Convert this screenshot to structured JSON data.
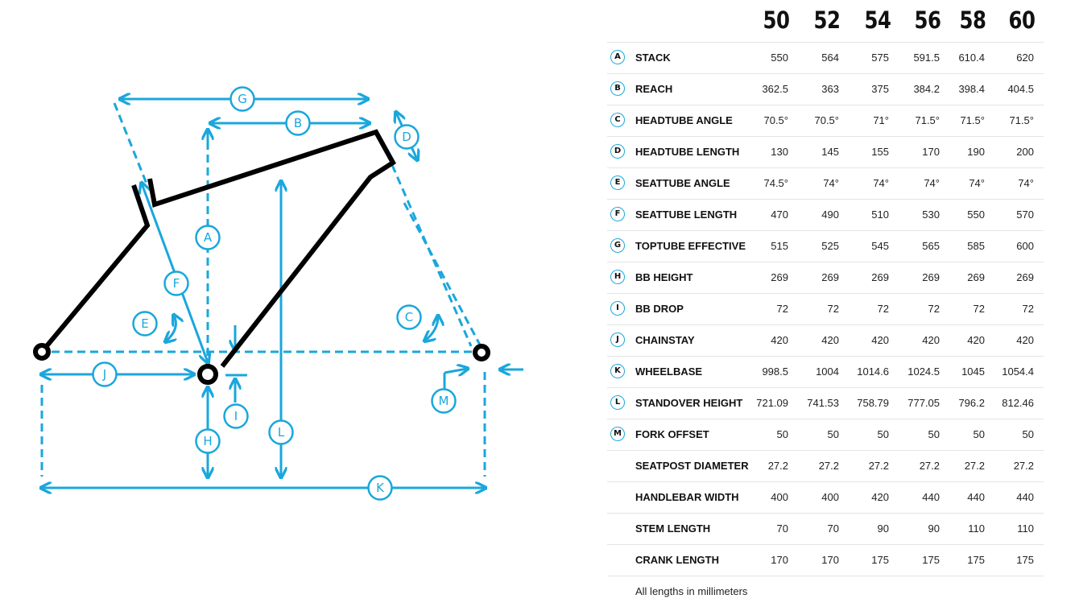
{
  "diagram": {
    "labels": {
      "a": "A",
      "b": "B",
      "c": "C",
      "d": "D",
      "e": "E",
      "f": "F",
      "g": "G",
      "h": "H",
      "i": "I",
      "j": "J",
      "k": "K",
      "l": "L",
      "m": "M"
    },
    "colors": {
      "accent": "#1aa7dc",
      "frame": "#000000"
    }
  },
  "table": {
    "sizes": [
      "50",
      "52",
      "54",
      "56",
      "58",
      "60"
    ],
    "rows": [
      {
        "letter": "A",
        "label": "STACK",
        "values": [
          "550",
          "564",
          "575",
          "591.5",
          "610.4",
          "620"
        ]
      },
      {
        "letter": "B",
        "label": "REACH",
        "values": [
          "362.5",
          "363",
          "375",
          "384.2",
          "398.4",
          "404.5"
        ]
      },
      {
        "letter": "C",
        "label": "HEADTUBE ANGLE",
        "values": [
          "70.5°",
          "70.5°",
          "71°",
          "71.5°",
          "71.5°",
          "71.5°"
        ]
      },
      {
        "letter": "D",
        "label": "HEADTUBE LENGTH",
        "values": [
          "130",
          "145",
          "155",
          "170",
          "190",
          "200"
        ]
      },
      {
        "letter": "E",
        "label": "SEATTUBE ANGLE",
        "values": [
          "74.5°",
          "74°",
          "74°",
          "74°",
          "74°",
          "74°"
        ]
      },
      {
        "letter": "F",
        "label": "SEATTUBE LENGTH",
        "values": [
          "470",
          "490",
          "510",
          "530",
          "550",
          "570"
        ]
      },
      {
        "letter": "G",
        "label": "TOPTUBE EFFECTIVE",
        "values": [
          "515",
          "525",
          "545",
          "565",
          "585",
          "600"
        ]
      },
      {
        "letter": "H",
        "label": "BB HEIGHT",
        "values": [
          "269",
          "269",
          "269",
          "269",
          "269",
          "269"
        ]
      },
      {
        "letter": "I",
        "label": "BB DROP",
        "values": [
          "72",
          "72",
          "72",
          "72",
          "72",
          "72"
        ]
      },
      {
        "letter": "J",
        "label": "CHAINSTAY",
        "values": [
          "420",
          "420",
          "420",
          "420",
          "420",
          "420"
        ]
      },
      {
        "letter": "K",
        "label": "WHEELBASE",
        "values": [
          "998.5",
          "1004",
          "1014.6",
          "1024.5",
          "1045",
          "1054.4"
        ]
      },
      {
        "letter": "L",
        "label": "STANDOVER HEIGHT",
        "values": [
          "721.09",
          "741.53",
          "758.79",
          "777.05",
          "796.2",
          "812.46"
        ]
      },
      {
        "letter": "M",
        "label": "FORK OFFSET",
        "values": [
          "50",
          "50",
          "50",
          "50",
          "50",
          "50"
        ]
      },
      {
        "letter": "",
        "label": "SEATPOST DIAMETER",
        "values": [
          "27.2",
          "27.2",
          "27.2",
          "27.2",
          "27.2",
          "27.2"
        ]
      },
      {
        "letter": "",
        "label": "HANDLEBAR WIDTH",
        "values": [
          "400",
          "400",
          "420",
          "440",
          "440",
          "440"
        ]
      },
      {
        "letter": "",
        "label": "STEM LENGTH",
        "values": [
          "70",
          "70",
          "90",
          "90",
          "110",
          "110"
        ]
      },
      {
        "letter": "",
        "label": "CRANK LENGTH",
        "values": [
          "170",
          "170",
          "175",
          "175",
          "175",
          "175"
        ]
      }
    ],
    "footnote": "All lengths in millimeters"
  }
}
